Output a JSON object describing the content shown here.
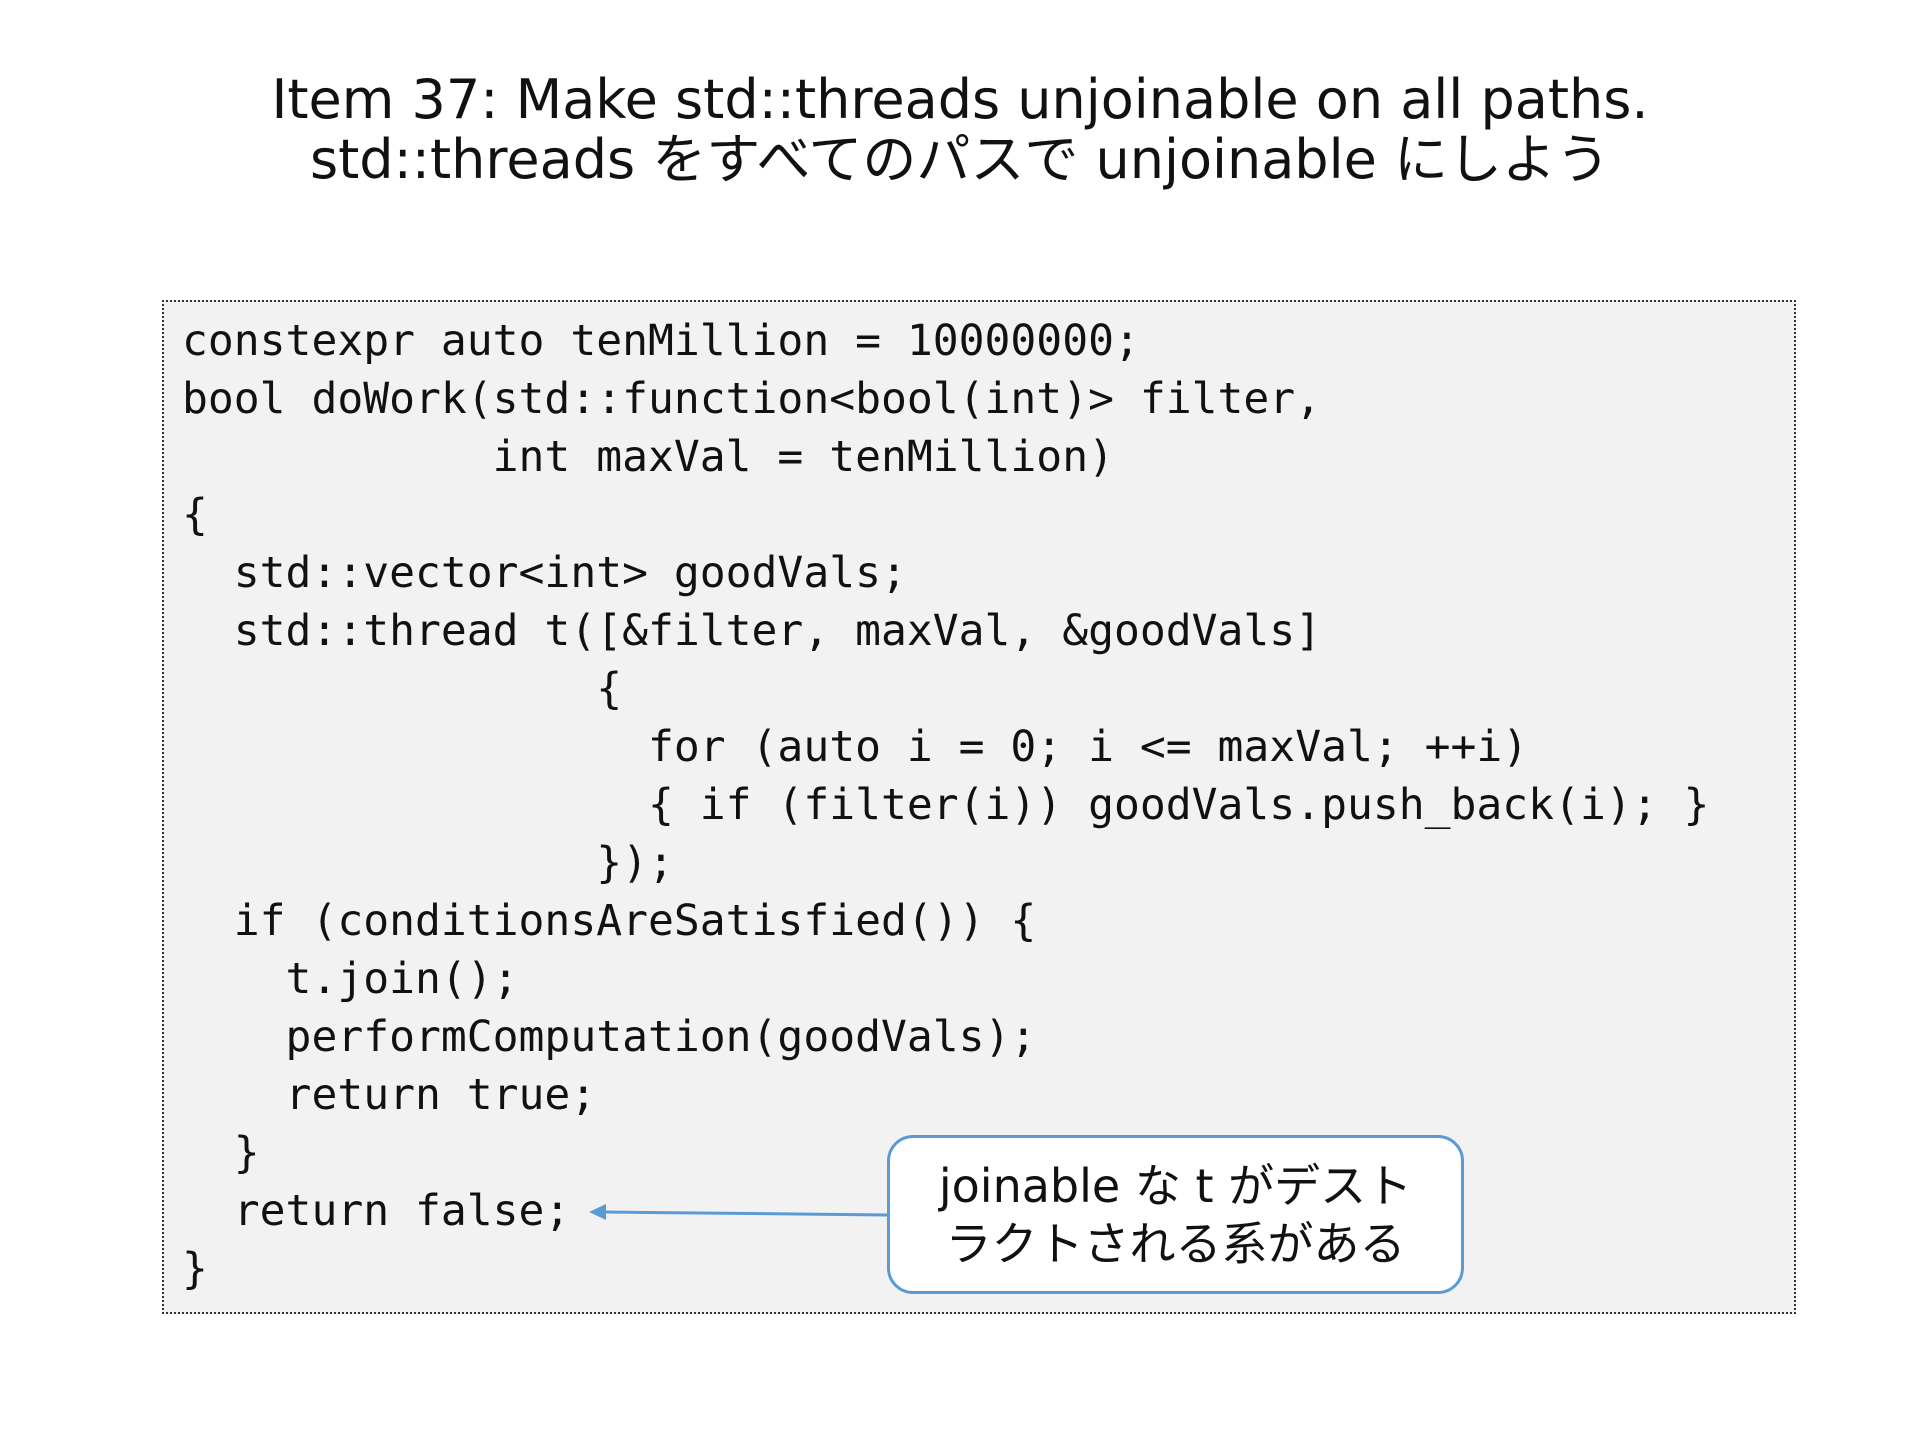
{
  "title": {
    "line1": "Item 37: Make std::threads unjoinable on all paths.",
    "line2": "std::threads をすべてのパスで unjoinable にしよう"
  },
  "code": {
    "lines": [
      "constexpr auto tenMillion = 10000000;",
      "bool doWork(std::function<bool(int)> filter,",
      "            int maxVal = tenMillion)",
      "{",
      "  std::vector<int> goodVals;",
      "  std::thread t([&filter, maxVal, &goodVals]",
      "                {",
      "                  for (auto i = 0; i <= maxVal; ++i)",
      "                  { if (filter(i)) goodVals.push_back(i); }",
      "                });",
      "  if (conditionsAreSatisfied()) {",
      "    t.join();",
      "    performComputation(goodVals);",
      "    return true;",
      "  }",
      "  return false;",
      "}"
    ]
  },
  "callout": {
    "line1": "joinable な t がデスト",
    "line2": "ラクトされる系がある"
  },
  "colors": {
    "code_background": "#f2f2f2",
    "callout_border": "#5b9bd5",
    "arrow": "#5b9bd5"
  }
}
